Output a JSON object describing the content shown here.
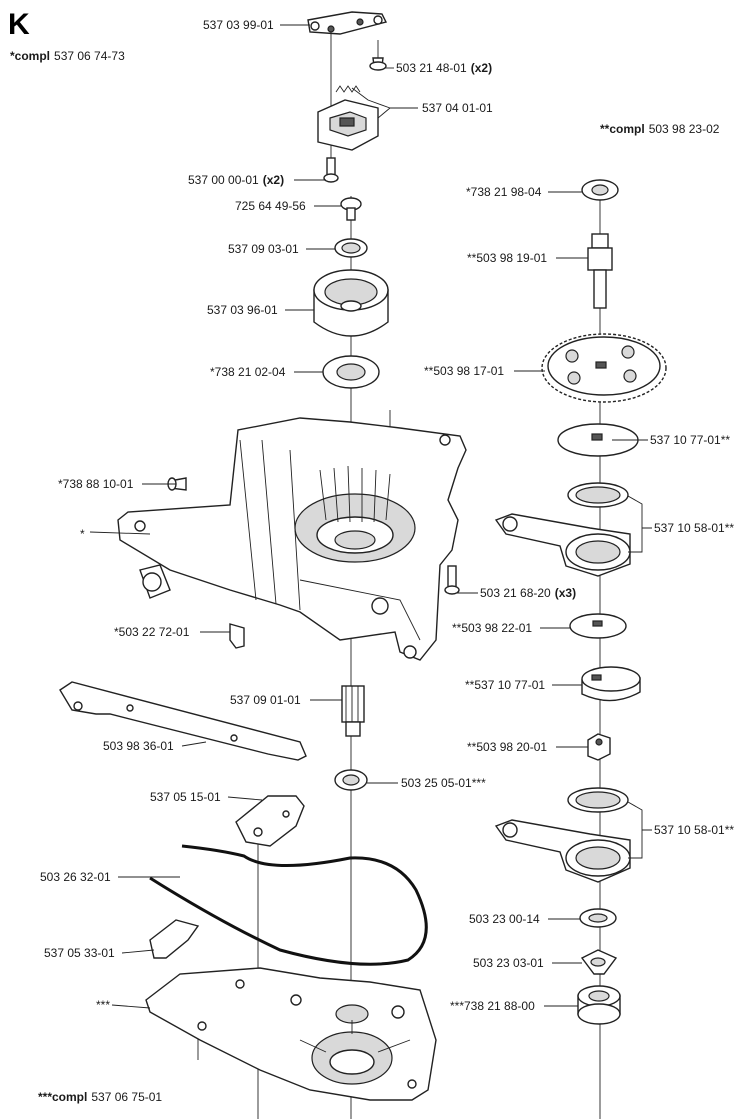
{
  "section_letter": "K",
  "assemblies": {
    "top_left": {
      "prefix": "*compl",
      "number": "537 06 74-73"
    },
    "top_right": {
      "prefix": "**compl",
      "number": "503 98 23-02"
    },
    "bottom_left": {
      "prefix": "***compl",
      "number": "537 06 75-01"
    }
  },
  "callouts": [
    {
      "id": "c1",
      "text": "537 03 99-01",
      "qty": ""
    },
    {
      "id": "c2",
      "text": "503 21 48-01",
      "qty": "(x2)"
    },
    {
      "id": "c3",
      "text": "537 04 01-01",
      "qty": ""
    },
    {
      "id": "c4",
      "text": "537 00 00-01",
      "qty": "(x2)"
    },
    {
      "id": "c5",
      "text": "725 64 49-56",
      "qty": ""
    },
    {
      "id": "c6",
      "text": "537 09 03-01",
      "qty": ""
    },
    {
      "id": "c7",
      "text": "537 03 96-01",
      "qty": ""
    },
    {
      "id": "c8",
      "text": "*738 21 02-04",
      "qty": ""
    },
    {
      "id": "c9",
      "text": "*738 88 10-01",
      "qty": ""
    },
    {
      "id": "c10",
      "text": "*",
      "qty": ""
    },
    {
      "id": "c11",
      "text": "*503 22 72-01",
      "qty": ""
    },
    {
      "id": "c12",
      "text": "537 09 01-01",
      "qty": ""
    },
    {
      "id": "c13",
      "text": "503 98 36-01",
      "qty": ""
    },
    {
      "id": "c14",
      "text": "537 05 15-01",
      "qty": ""
    },
    {
      "id": "c15",
      "text": "503 25 05-01***",
      "qty": ""
    },
    {
      "id": "c16",
      "text": "503 26 32-01",
      "qty": ""
    },
    {
      "id": "c17",
      "text": "537 05 33-01",
      "qty": ""
    },
    {
      "id": "c18",
      "text": "***",
      "qty": ""
    },
    {
      "id": "c19",
      "text": "*738 21 98-04",
      "qty": ""
    },
    {
      "id": "c20",
      "text": "**503 98 19-01",
      "qty": ""
    },
    {
      "id": "c21",
      "text": "**503 98 17-01",
      "qty": ""
    },
    {
      "id": "c22",
      "text": "537 10 77-01**",
      "qty": ""
    },
    {
      "id": "c23",
      "text": "537 10 58-01**",
      "qty": ""
    },
    {
      "id": "c24",
      "text": "503 21 68-20",
      "qty": "(x3)"
    },
    {
      "id": "c25",
      "text": "**503 98 22-01",
      "qty": ""
    },
    {
      "id": "c26",
      "text": "**537 10 77-01",
      "qty": ""
    },
    {
      "id": "c27",
      "text": "**503 98 20-01",
      "qty": ""
    },
    {
      "id": "c28",
      "text": "537 10 58-01**",
      "qty": ""
    },
    {
      "id": "c29",
      "text": "503 23 00-14",
      "qty": ""
    },
    {
      "id": "c30",
      "text": "503 23 03-01",
      "qty": ""
    },
    {
      "id": "c31",
      "text": "***738 21 88-00",
      "qty": ""
    }
  ]
}
